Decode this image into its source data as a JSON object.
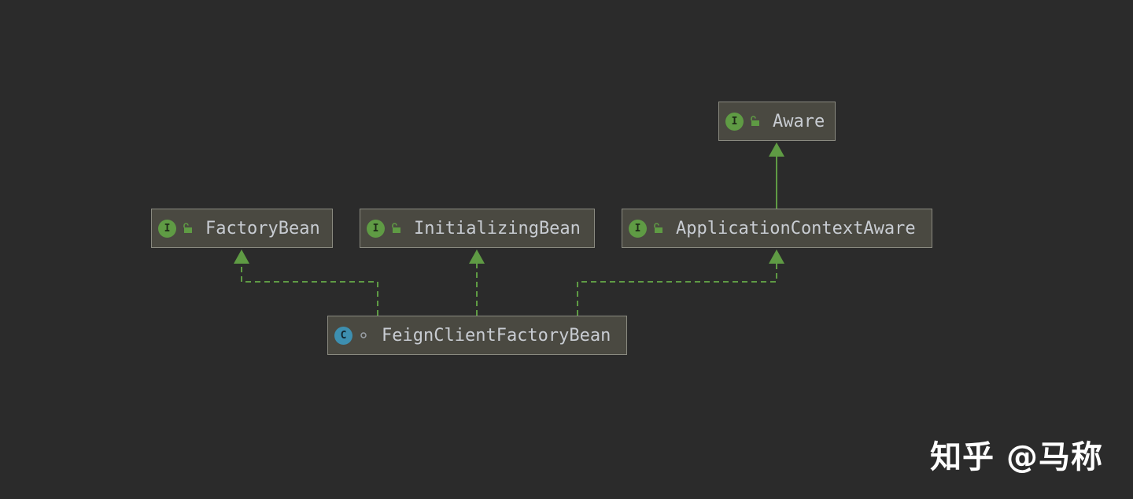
{
  "diagram": {
    "nodes": [
      {
        "id": "aware",
        "label": "Aware",
        "kind": "interface",
        "badge": "I"
      },
      {
        "id": "factory_bean",
        "label": "FactoryBean",
        "kind": "interface",
        "badge": "I"
      },
      {
        "id": "initializing_bean",
        "label": "InitializingBean",
        "kind": "interface",
        "badge": "I"
      },
      {
        "id": "application_context_aware",
        "label": "ApplicationContextAware",
        "kind": "interface",
        "badge": "I"
      },
      {
        "id": "feign_client_factory_bean",
        "label": "FeignClientFactoryBean",
        "kind": "class",
        "badge": "C"
      }
    ],
    "edges": [
      {
        "from": "application_context_aware",
        "to": "aware",
        "type": "extends",
        "style": "solid"
      },
      {
        "from": "feign_client_factory_bean",
        "to": "factory_bean",
        "type": "implements",
        "style": "dashed"
      },
      {
        "from": "feign_client_factory_bean",
        "to": "initializing_bean",
        "type": "implements",
        "style": "dashed"
      },
      {
        "from": "feign_client_factory_bean",
        "to": "application_context_aware",
        "type": "implements",
        "style": "dashed"
      }
    ]
  },
  "colors": {
    "background": "#2b2b2b",
    "node_fill": "#4a4941",
    "node_border": "#8a8a80",
    "edge": "#5f9b44",
    "interface_badge": "#5f9b44",
    "class_badge": "#3d8fb0",
    "text": "#c8ccd2"
  },
  "icons": {
    "interface": "interface-icon",
    "class": "class-icon",
    "public_visibility": "unlock-icon",
    "package_private_visibility": "dot-icon"
  },
  "watermark": "知乎 @马称"
}
